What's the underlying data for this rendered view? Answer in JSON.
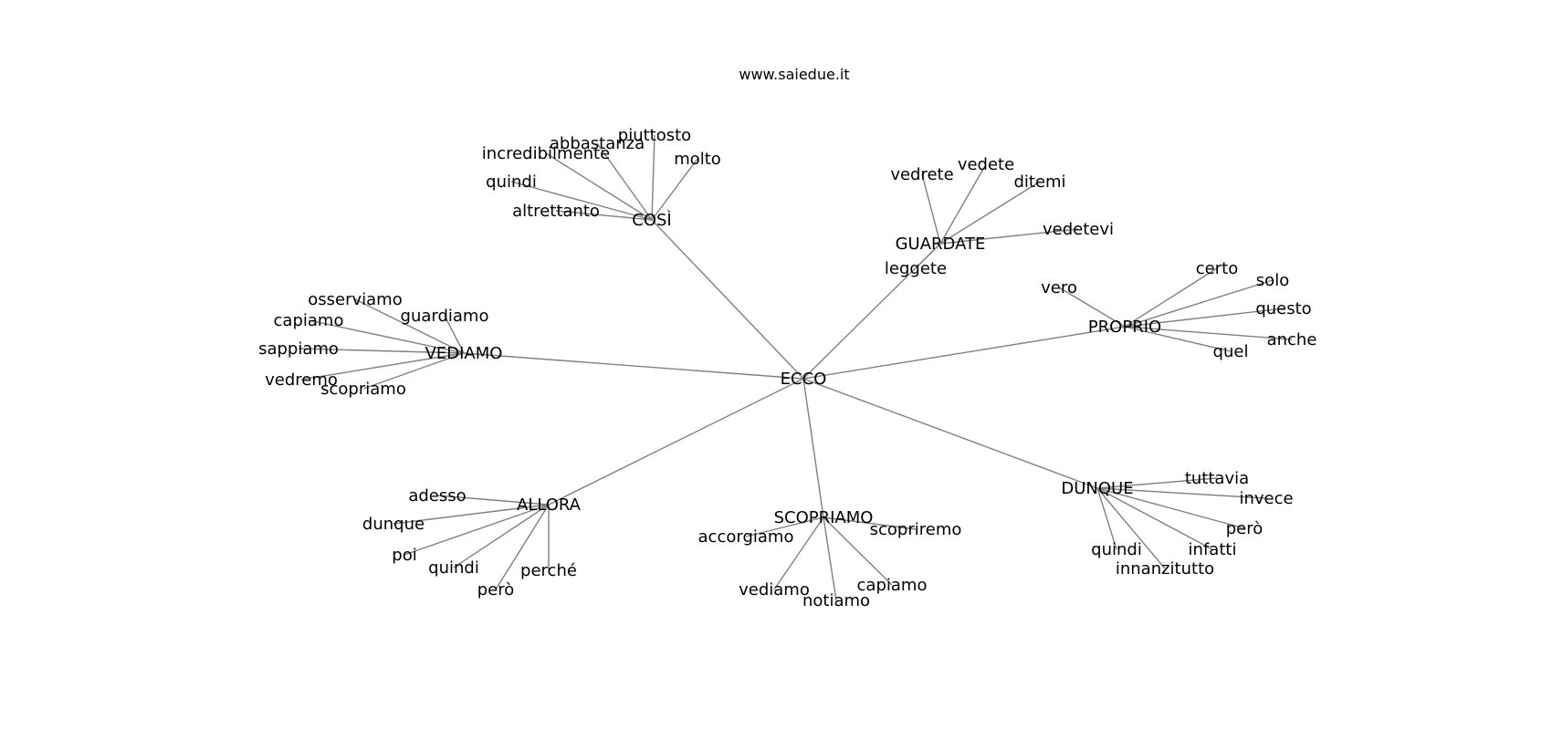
{
  "title": "www.saiedue.it",
  "root": "ECCO",
  "hubs": [
    {
      "id": "hub-cosi",
      "label": "COSÌ",
      "leaves": [
        "incredibilmente",
        "abbastanza",
        "piuttosto",
        "molto",
        "quindi",
        "altrettanto"
      ]
    },
    {
      "id": "hub-guardate",
      "label": "GUARDATE",
      "leaves": [
        "vedrete",
        "vedete",
        "ditemi",
        "vedetevi",
        "leggete"
      ]
    },
    {
      "id": "hub-proprio",
      "label": "PROPRIO",
      "leaves": [
        "vero",
        "certo",
        "solo",
        "questo",
        "anche",
        "quel"
      ]
    },
    {
      "id": "hub-vediamo",
      "label": "VEDIAMO",
      "leaves": [
        "osserviamo",
        "guardiamo",
        "capiamo",
        "sappiamo",
        "vedremo",
        "scopriamo"
      ]
    },
    {
      "id": "hub-allora",
      "label": "ALLORA",
      "leaves": [
        "adesso",
        "dunque",
        "poi",
        "quindi",
        "però",
        "perché"
      ]
    },
    {
      "id": "hub-scopriamo",
      "label": "SCOPRIAMO",
      "leaves": [
        "accorgiamo",
        "scopriremo",
        "vediamo",
        "notiamo",
        "capiamo"
      ]
    },
    {
      "id": "hub-dunque",
      "label": "DUNQUE",
      "leaves": [
        "tuttavia",
        "invece",
        "però",
        "infatti",
        "quindi",
        "innanzitutto"
      ]
    }
  ]
}
